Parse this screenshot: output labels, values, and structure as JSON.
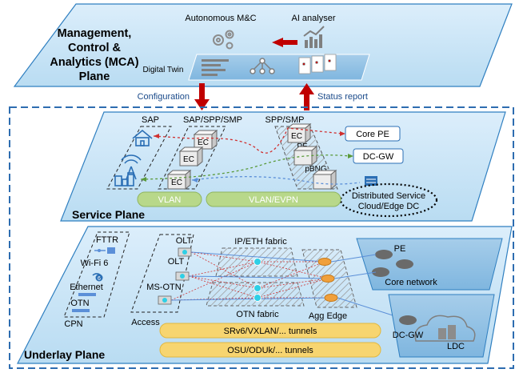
{
  "mca": {
    "title_lines": [
      "Management,",
      "Control &",
      "Analytics (MCA)",
      "Plane"
    ],
    "autonomous_label": "Autonomous M&C",
    "ai_label": "AI analyser",
    "digital_twin_label": "Digital Twin"
  },
  "links": {
    "configuration_label": "Configuration",
    "status_label": "Status report"
  },
  "service_plane": {
    "title": "Service Plane",
    "headers": {
      "sap": "SAP",
      "sap_spp_smp": "SAP/SPP/SMP",
      "spp_smp": "SPP/SMP"
    },
    "ec_label": "EC",
    "pe_label": "PE",
    "pbng_label": "pBNG",
    "core_pe_label": "Core PE",
    "dc_gw_label": "DC-GW",
    "dc_lines": [
      "Distributed Service",
      "Cloud/Edge DC"
    ],
    "vlan_label": "VLAN",
    "vlan_evpn_label": "VLAN/EVPN"
  },
  "underlay_plane": {
    "title": "Underlay Plane",
    "cpn_items": [
      "FTTR",
      "Wi-Fi 6",
      "Ethernet",
      "OTN"
    ],
    "cpn_label": "CPN",
    "access_items": [
      "OLT",
      "OLT",
      "MS-OTN"
    ],
    "access_label": "Access",
    "ip_fabric_label": "IP/ETH fabric",
    "otn_fabric_label": "OTN fabric",
    "agg_edge_label": "Agg Edge",
    "pe_label": "PE",
    "core_network_label": "Core network",
    "dc_gw_label": "DC-GW",
    "ldc_label": "LDC",
    "tunnel1_label": "SRv6/VXLAN/... tunnels",
    "tunnel2_label": "OSU/ODUk/... tunnels",
    "wifi_badge": "6"
  },
  "colors": {
    "plane_fill": "#cfe6f6",
    "plane_edge": "#2f7fc0",
    "dashed_border": "#2e6db0",
    "arrow_red": "#c00000",
    "bar_green": "#b8d88a",
    "tunnel_yellow": "#f7d570",
    "gray_box": "#bfbfbf",
    "cyan_node": "#2ecfe6",
    "orange_node": "#f0a03c",
    "dashed_red": "#d03030",
    "dashed_green": "#5a9a3a",
    "dashed_blue": "#5b8fd8"
  }
}
